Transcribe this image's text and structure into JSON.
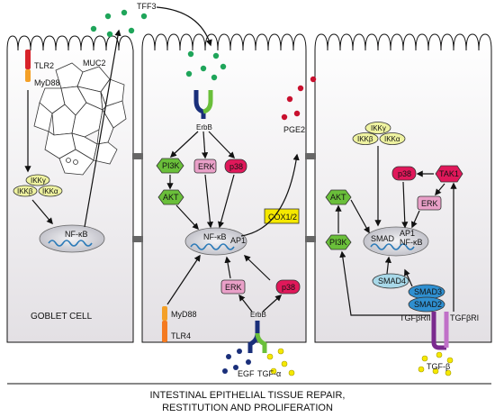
{
  "labels": {
    "tff3": "TFF3",
    "tlr2": "TLR2",
    "myd88_top": "MyD88",
    "muc2": "MUC2",
    "ikk_gamma_left": "IKKγ",
    "ikk_beta_left": "IKKβ",
    "ikk_alpha_left": "IKKα",
    "nfkb_left": "NF-κB",
    "goblet_cell": "GOBLET CELL",
    "erbb_top": "ErbB",
    "pi3k_mid": "PI3K",
    "erk_mid_top": "ERK",
    "p38_mid_top": "p38",
    "akt_mid": "AKT",
    "pge2": "PGE2",
    "cox": "COX1/2",
    "nfkb_mid": "NF-κB",
    "ap1_mid": "AP1",
    "erk_mid_bottom": "ERK",
    "p38_mid_bottom": "p38",
    "myd88_bottom": "MyD88",
    "tlr4": "TLR4",
    "erbb_bottom": "ErbB",
    "egf": "EGF",
    "tgf_alpha": "TGF-α",
    "ikk_gamma_right": "IKKγ",
    "ikk_beta_right": "IKKβ",
    "ikk_alpha_right": "IKKα",
    "p38_right": "p38",
    "tak1": "TAK1",
    "erk_right": "ERK",
    "akt_right": "AKT",
    "pi3k_right": "PI3K",
    "smad": "SMAD",
    "ap1_right": "AP1",
    "nfkb_right": "NF-κB",
    "smad4": "SMAD4",
    "smad3": "SMAD3",
    "smad2": "SMAD2",
    "tgfbr2": "TGFβRII",
    "tgfbr1": "TGFβRI",
    "tgf_beta": "TGF-β"
  },
  "caption": {
    "line1": "INTESTINAL EPITHELIAL TISSUE REPAIR,",
    "line2": "RESTITUTION AND PROLIFERATION"
  },
  "colors": {
    "pi3k_akt": "#6abf3a",
    "erk": "#e9a0c8",
    "p38": "#e0185a",
    "ikk": "#eef2a0",
    "cox": "#f5e800",
    "smad_blue": "#2f8fd0",
    "smad4": "#a8d8e8",
    "dots_green": "#1fa55a",
    "dots_red": "#c8102e",
    "dots_navy": "#1a2f7a",
    "dots_yellow": "#f5e800"
  }
}
